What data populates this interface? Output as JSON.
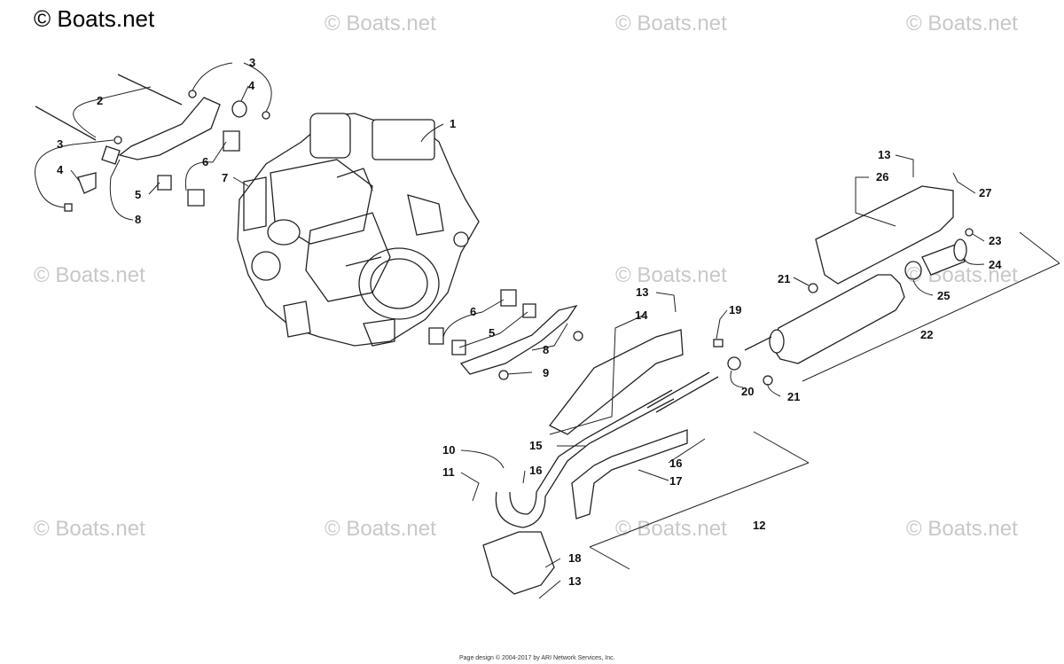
{
  "watermark": {
    "main": "© Boats.net",
    "repeat": "© Boats.net"
  },
  "callouts": [
    "1",
    "2",
    "3",
    "3",
    "4",
    "4",
    "5",
    "5",
    "6",
    "6",
    "7",
    "8",
    "8",
    "9",
    "10",
    "11",
    "12",
    "13",
    "13",
    "13",
    "14",
    "15",
    "16",
    "16",
    "17",
    "18",
    "19",
    "20",
    "21",
    "21",
    "22",
    "23",
    "24",
    "25",
    "26",
    "27"
  ],
  "footer": "Page design © 2004-2017 by ARI Network Services, Inc."
}
